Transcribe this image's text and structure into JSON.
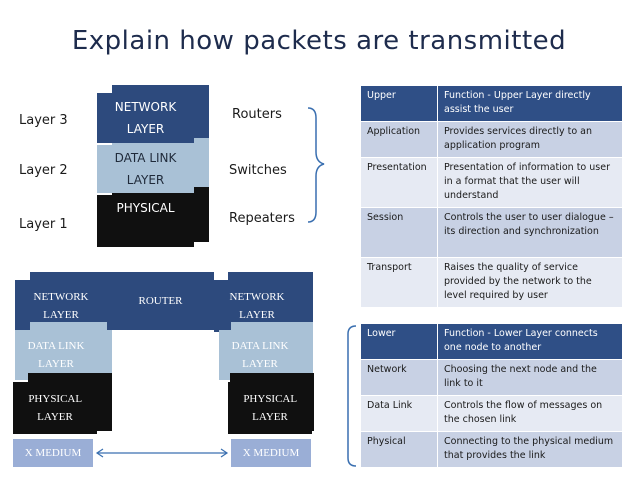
{
  "title": "Explain how packets are transmitted",
  "top_stack": {
    "layer_labels": [
      "Layer 3",
      "Layer 2",
      "Layer 1"
    ],
    "blocks": {
      "network": "NETWORK LAYER",
      "datalink": "DATA LINK LAYER",
      "physical": "PHYSICAL"
    },
    "devices": [
      "Routers",
      "Switches",
      "Repeaters"
    ]
  },
  "bottom_diagram": {
    "router": "ROUTER",
    "left": {
      "network": "NETWORK LAYER",
      "datalink": "DATA LINK LAYER",
      "physical": "PHYSICAL LAYER",
      "medium": "X MEDIUM"
    },
    "right": {
      "network": "NETWORK LAYER",
      "datalink": "DATA LINK LAYER",
      "physical": "PHYSICAL LAYER",
      "medium": "X MEDIUM"
    }
  },
  "upper_table": [
    {
      "layer": "Upper",
      "function": "Function - Upper Layer directly assist the user"
    },
    {
      "layer": "Application",
      "function": "Provides services directly to an application program"
    },
    {
      "layer": "Presentation",
      "function": "Presentation of information to user in a format that the user will understand"
    },
    {
      "layer": "Session",
      "function": "Controls the user to user dialogue – its direction and synchronization"
    },
    {
      "layer": "Transport",
      "function": "Raises the quality of service provided by the network to the level required by user"
    }
  ],
  "lower_table": [
    {
      "layer": "Lower",
      "function": "Function - Lower Layer connects one node to another"
    },
    {
      "layer": "Network",
      "function": "Choosing the next node and the link to it"
    },
    {
      "layer": "Data Link",
      "function": "Controls the flow of messages on the chosen link"
    },
    {
      "layer": "Physical",
      "function": "Connecting to the physical medium that provides the link"
    }
  ],
  "colors": {
    "network": "#2d4a7d",
    "datalink": "#a9c1d6",
    "physical": "#101010",
    "medium": "#9aaed6",
    "table_header": "#2f4f86"
  }
}
